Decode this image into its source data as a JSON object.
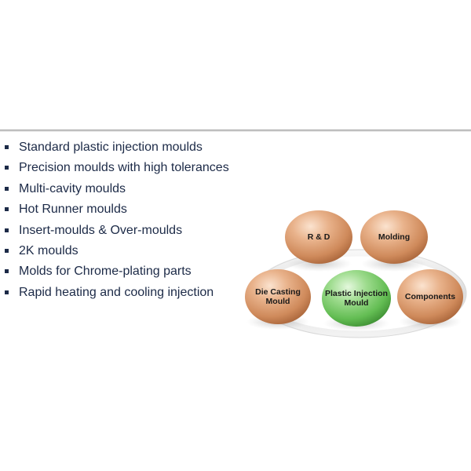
{
  "capabilities": [
    "Standard plastic injection moulds",
    "Precision moulds with high tolerances",
    "Multi-cavity moulds",
    "Hot Runner moulds",
    "Insert-moulds & Over-moulds",
    "2K moulds",
    "Molds for Chrome-plating parts",
    "Rapid heating and cooling injection"
  ],
  "diagram": {
    "nodes": [
      {
        "id": "rnd",
        "label": "R & D",
        "color": "orange"
      },
      {
        "id": "molding",
        "label": "Molding",
        "color": "orange"
      },
      {
        "id": "die-casting",
        "label": "Die Casting\nMould",
        "color": "orange"
      },
      {
        "id": "plastic-injection",
        "label": "Plastic Injection\nMould",
        "color": "green"
      },
      {
        "id": "components",
        "label": "Components",
        "color": "orange"
      }
    ]
  },
  "colors": {
    "text": "#1c2a47",
    "egg_orange": "#d9946a",
    "egg_green": "#7ccf6c"
  }
}
